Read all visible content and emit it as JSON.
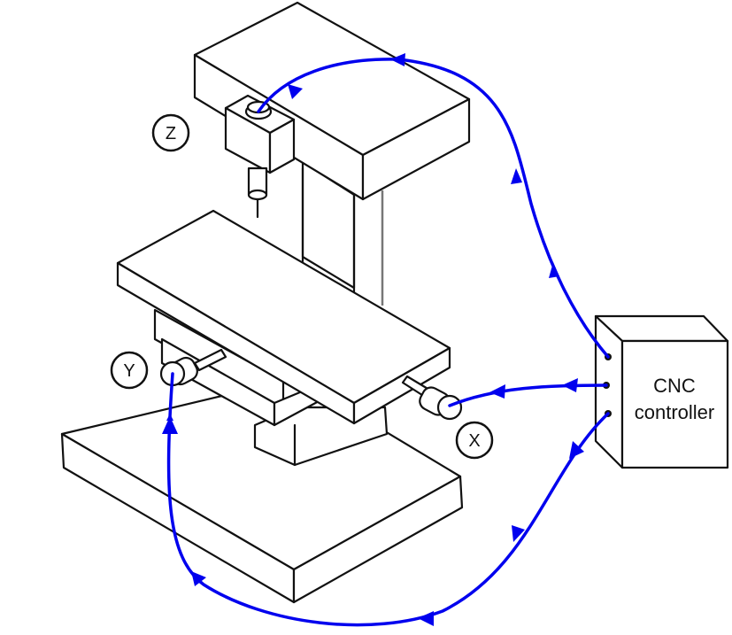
{
  "diagram": {
    "title": "CNC milling machine axes connected to a CNC controller",
    "controller": {
      "label_line1": "CNC",
      "label_line2": "controller"
    },
    "axes": [
      {
        "id": "z",
        "label": "Z"
      },
      {
        "id": "y",
        "label": "Y"
      },
      {
        "id": "x",
        "label": "X"
      }
    ],
    "connections": [
      {
        "from": "controller",
        "to": "z-axis motor"
      },
      {
        "from": "controller",
        "to": "x-axis motor"
      },
      {
        "from": "controller",
        "to": "y-axis motor"
      }
    ],
    "colors": {
      "wire": "#0000ee",
      "outline": "#111111",
      "background": "#ffffff"
    }
  }
}
